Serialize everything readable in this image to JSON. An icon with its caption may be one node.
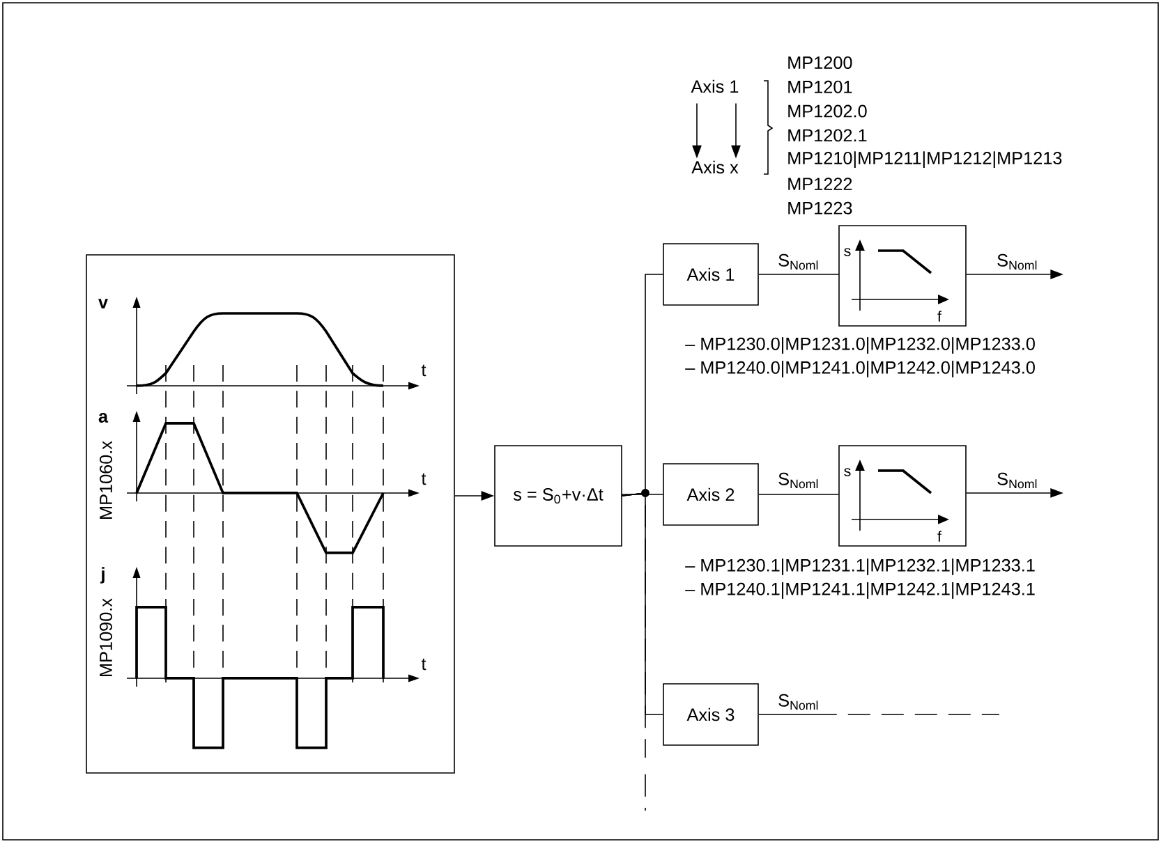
{
  "diagram": {
    "nodes": [
      {
        "text": [
          "v",
          "t",
          "a",
          "t",
          "j",
          "t",
          "MP1060.x",
          "MP1090.x"
        ]
      },
      {
        "text": [
          "s = S$_{0}$+v·Δt"
        ]
      },
      {
        "text": [
          "Axis 1"
        ]
      },
      {
        "text": [
          "s",
          "f"
        ]
      },
      {
        "text": [
          "Axis 2"
        ]
      },
      {
        "text": [
          "s",
          "f"
        ]
      },
      {
        "text": [
          "Axis 3"
        ]
      },
      {
        "text": [
          "Axis 1"
        ]
      },
      {
        "text": [
          "Axis x"
        ]
      }
    ],
    "edges": [
      {
        "from": 0,
        "to": 1,
        "arrow": "to"
      },
      {
        "from": 1,
        "to": 2,
        "arrow": "none"
      },
      {
        "from": 1,
        "to": 4,
        "arrow": "none"
      },
      {
        "from": 1,
        "to": 6,
        "arrow": "none"
      },
      {
        "from": 1,
        "to": null,
        "arrow": "none",
        "style": "dashed"
      },
      {
        "from": 2,
        "to": 3,
        "arrow": "none",
        "label": "S$_{Noml}$"
      },
      {
        "from": 3,
        "to": null,
        "arrow": "to",
        "label": "S$_{Noml}$"
      },
      {
        "from": 4,
        "to": 5,
        "arrow": "none",
        "label": "S$_{Noml}$"
      },
      {
        "from": 5,
        "to": null,
        "arrow": "to",
        "label": "S$_{Noml}$"
      },
      {
        "from": 6,
        "to": null,
        "arrow": "none",
        "style": "dashed",
        "label": "S$_{Noml}$"
      },
      {
        "from": 7,
        "to": 8,
        "arrow": "to"
      },
      {
        "from": 7,
        "to": 8,
        "arrow": "to"
      }
    ],
    "labels": [
      "MP1200",
      "MP1201",
      "MP1202.0",
      "MP1202.1",
      "MP1210|MP1211|MP1212|MP1213",
      "MP1222",
      "MP1223",
      "– MP1230.0|MP1231.0|MP1232.0|MP1233.0",
      "– MP1240.0|MP1241.0|MP1242.0|MP1243.0",
      "– MP1230.1|MP1231.1|MP1232.1|MP1233.1",
      "– MP1240.1|MP1241.1|MP1242.1|MP1243.1"
    ]
  }
}
